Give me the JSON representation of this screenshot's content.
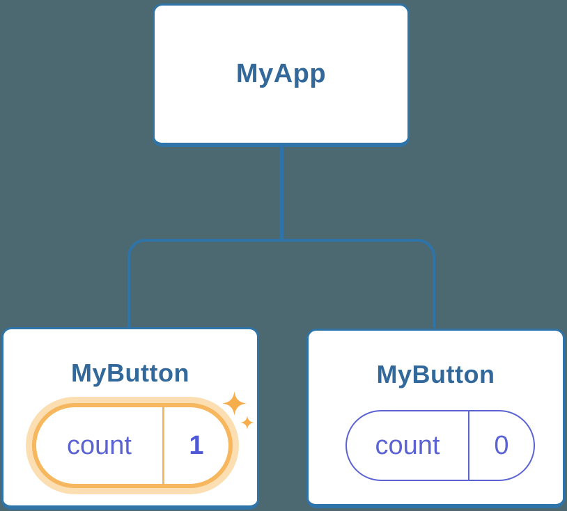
{
  "colors": {
    "background": "#4C6972",
    "line": "#2F74A9",
    "box_fill": "#FFFFFF",
    "title_text": "#32689A",
    "state_text": "#5B63D3",
    "state_value_highlight": "#4F59D6",
    "highlight_orange": "#F6B75E",
    "highlight_halo": "#FBDFB2",
    "sparkle": "#F6AE4C"
  },
  "nodes": {
    "root": {
      "label": "MyApp"
    },
    "child_left": {
      "label": "MyButton",
      "state_key": "count",
      "state_value": "1",
      "highlighted": true
    },
    "child_right": {
      "label": "MyButton",
      "state_key": "count",
      "state_value": "0",
      "highlighted": false
    }
  },
  "icons": {
    "sparkle": "4-point-star"
  }
}
